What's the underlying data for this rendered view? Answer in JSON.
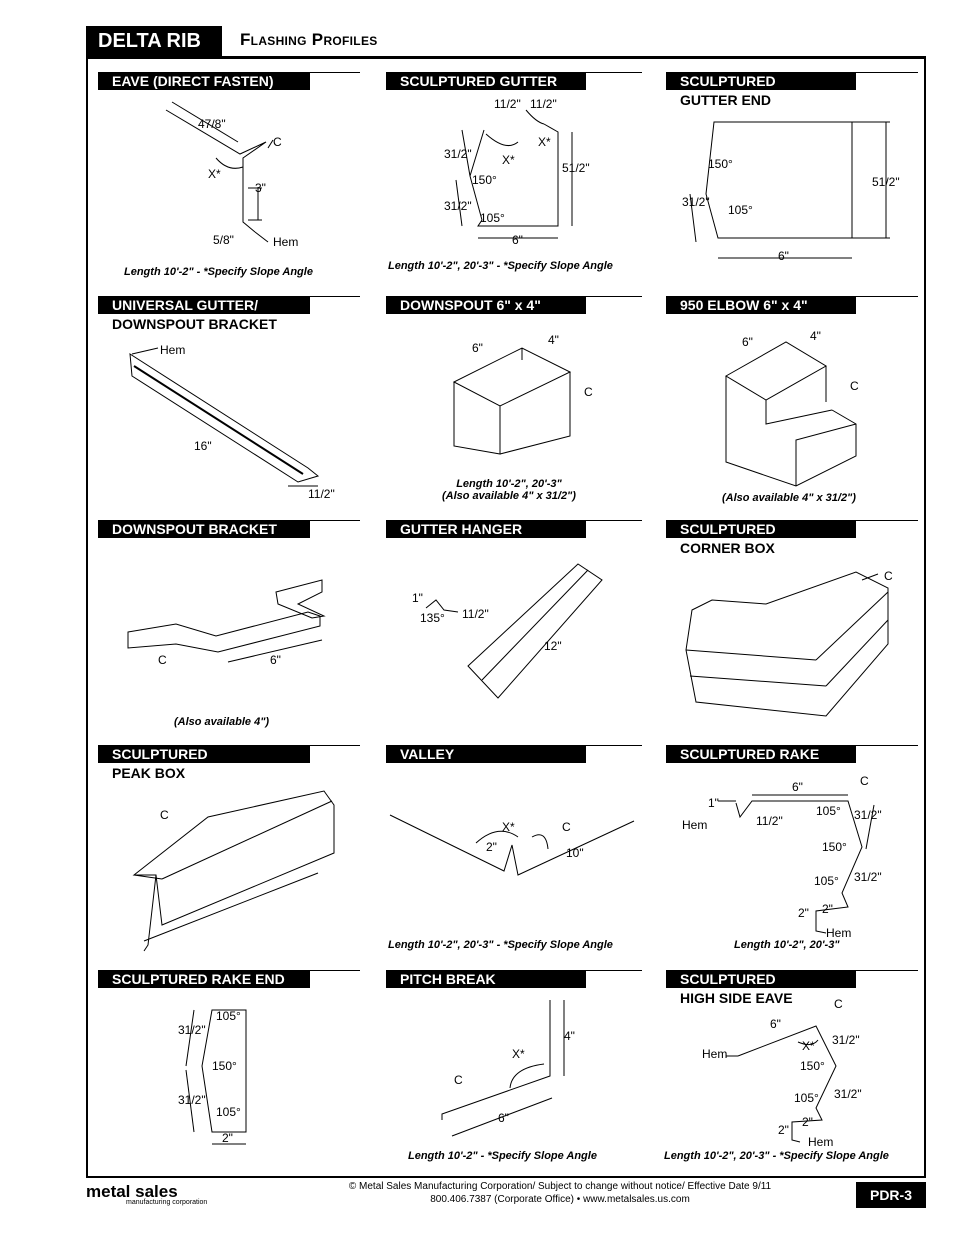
{
  "header": {
    "product": "DELTA RIB",
    "title": "Flashing Profiles"
  },
  "cells": [
    {
      "title": "EAVE (DIRECT FASTEN)",
      "subtitle": "",
      "note": "Length 10'-2\" - *Specify Slope Angle",
      "labels": [
        "47/8\"",
        "C",
        "X*",
        "3\"",
        "5/8\"",
        "Hem"
      ]
    },
    {
      "title": "SCULPTURED GUTTER",
      "subtitle": "",
      "note": "Length 10'-2\", 20'-3\" - *Specify Slope Angle",
      "labels": [
        "11/2\"",
        "11/2\"",
        "X*",
        "X*",
        "31/2\"",
        "150°",
        "51/2\"",
        "31/2\"",
        "105°",
        "6\""
      ]
    },
    {
      "title": "SCULPTURED",
      "subtitle": "GUTTER END",
      "note": "",
      "labels": [
        "150°",
        "51/2\"",
        "31/2\"",
        "105°",
        "6\""
      ]
    },
    {
      "title": "UNIVERSAL GUTTER/",
      "subtitle": "DOWNSPOUT BRACKET",
      "note": "",
      "labels": [
        "Hem",
        "16\"",
        "11/2\""
      ]
    },
    {
      "title": "DOWNSPOUT 6\" x 4\"",
      "subtitle": "",
      "note": "Length 10'-2\", 20'-3\"\n(Also available 4\" x 31/2\")",
      "labels": [
        "6\"",
        "4\"",
        "C"
      ]
    },
    {
      "title": "950 ELBOW 6\" x 4\"",
      "subtitle": "",
      "note": "(Also available 4\" x 31/2\")",
      "labels": [
        "6\"",
        "4\"",
        "C"
      ]
    },
    {
      "title": "DOWNSPOUT BRACKET",
      "subtitle": "",
      "note": "(Also available 4\")",
      "labels": [
        "C",
        "6\""
      ]
    },
    {
      "title": "GUTTER HANGER",
      "subtitle": "",
      "note": "",
      "labels": [
        "1\"",
        "135°",
        "11/2\"",
        "12\""
      ]
    },
    {
      "title": "SCULPTURED",
      "subtitle": "CORNER BOX",
      "note": "",
      "labels": [
        "C"
      ]
    },
    {
      "title": "SCULPTURED",
      "subtitle": "PEAK BOX",
      "note": "",
      "labels": [
        "C"
      ]
    },
    {
      "title": "VALLEY",
      "subtitle": "",
      "note": "Length 10'-2\", 20'-3\" - *Specify Slope Angle",
      "labels": [
        "X*",
        "C",
        "2\"",
        "10\""
      ]
    },
    {
      "title": "SCULPTURED RAKE",
      "subtitle": "",
      "note": "Length 10'-2\", 20'-3\"",
      "labels": [
        "6\"",
        "C",
        "1\"",
        "Hem",
        "11/2\"",
        "105°",
        "31/2\"",
        "150°",
        "105°",
        "31/2\"",
        "2\"",
        "2\"",
        "Hem"
      ]
    },
    {
      "title": "SCULPTURED RAKE END",
      "subtitle": "",
      "note": "",
      "labels": [
        "31/2\"",
        "105°",
        "150°",
        "31/2\"",
        "105°",
        "2\""
      ]
    },
    {
      "title": "PITCH BREAK",
      "subtitle": "",
      "note": "Length 10'-2\" - *Specify Slope Angle",
      "labels": [
        "4\"",
        "X*",
        "C",
        "6\""
      ]
    },
    {
      "title": "SCULPTURED",
      "subtitle": "HIGH SIDE EAVE",
      "note": "Length 10'-2\", 20'-3\" - *Specify Slope Angle",
      "labels": [
        "C",
        "6\"",
        "Hem",
        "X*",
        "31/2\"",
        "150°",
        "105°",
        "31/2\"",
        "2\"",
        "2\"",
        "Hem"
      ]
    }
  ],
  "footer": {
    "logo": "metal sales",
    "logo_sub": "manufacturing corporation",
    "line1": "© Metal Sales Manufacturing Corporation/ Subject to change without notice/ Effective Date 9/11",
    "line2": "800.406.7387 (Corporate Office) • www.metalsales.us.com",
    "page": "PDR-3"
  }
}
